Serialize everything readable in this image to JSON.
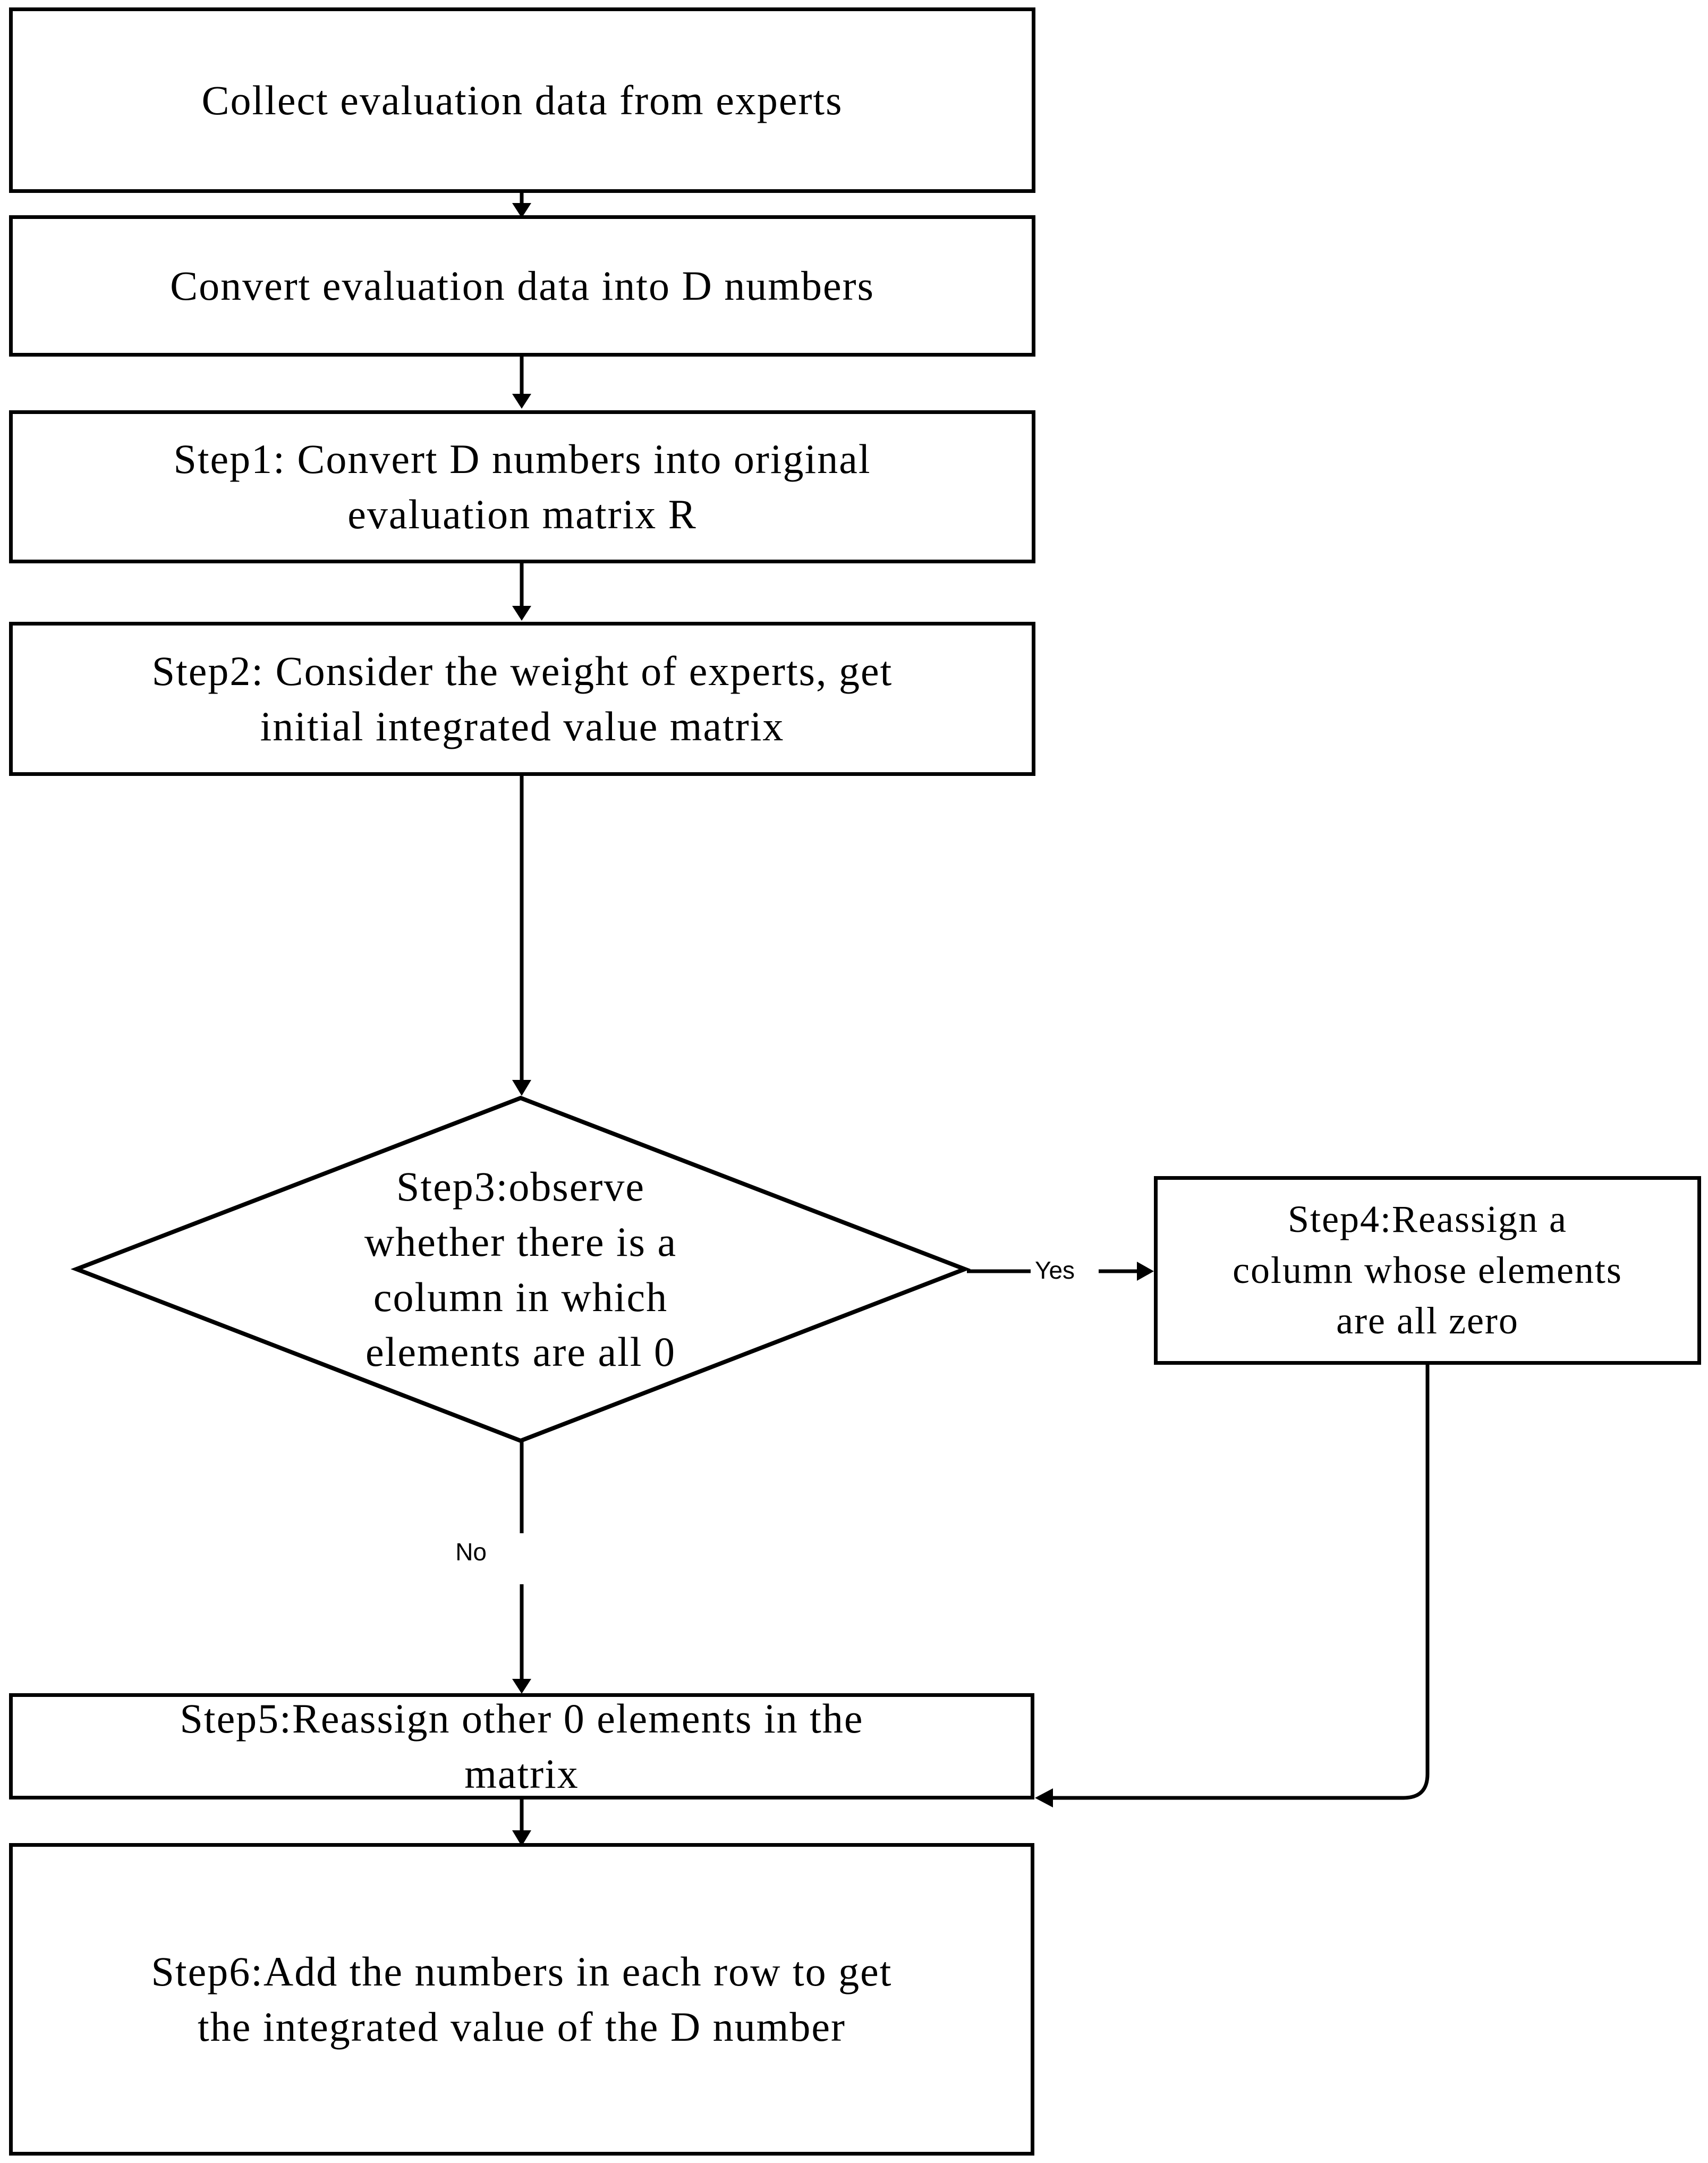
{
  "diagram": {
    "type": "flowchart",
    "title": "Flowchart for computing the integrated value of D numbers",
    "orientation": "top-to-bottom",
    "colors": {
      "stroke": "#000000",
      "fill": "#ffffff",
      "text": "#000000"
    },
    "nodes": [
      {
        "id": "n1",
        "shape": "rectangle",
        "text": "Collect evaluation data from experts"
      },
      {
        "id": "n2",
        "shape": "rectangle",
        "text": "Convert evaluation data into D numbers"
      },
      {
        "id": "n3",
        "shape": "rectangle",
        "text": "Step1: Convert D numbers into original\nevaluation matrix R"
      },
      {
        "id": "n4",
        "shape": "rectangle",
        "text": "Step2: Consider the weight of experts, get\ninitial integrated value matrix"
      },
      {
        "id": "n5",
        "shape": "diamond",
        "text": "Step3:observe\nwhether there is a\ncolumn in which\nelements are all 0"
      },
      {
        "id": "n6",
        "shape": "rectangle",
        "text": "Step4:Reassign a\ncolumn whose elements\nare all zero"
      },
      {
        "id": "n7",
        "shape": "rectangle",
        "text": "Step5:Reassign other 0 elements in the\nmatrix"
      },
      {
        "id": "n8",
        "shape": "rectangle",
        "text": "Step6:Add the numbers in each row to get\nthe integrated value of the D number"
      }
    ],
    "edges": [
      {
        "id": "e1",
        "from": "n1",
        "to": "n2",
        "label": ""
      },
      {
        "id": "e2",
        "from": "n2",
        "to": "n3",
        "label": ""
      },
      {
        "id": "e3",
        "from": "n3",
        "to": "n4",
        "label": ""
      },
      {
        "id": "e4",
        "from": "n4",
        "to": "n5",
        "label": ""
      },
      {
        "id": "e5",
        "from": "n5",
        "to": "n6",
        "label": "Yes"
      },
      {
        "id": "e6",
        "from": "n5",
        "to": "n7",
        "label": "No"
      },
      {
        "id": "e7",
        "from": "n6",
        "to": "n7",
        "label": ""
      },
      {
        "id": "e8",
        "from": "n7",
        "to": "n8",
        "label": ""
      }
    ]
  }
}
